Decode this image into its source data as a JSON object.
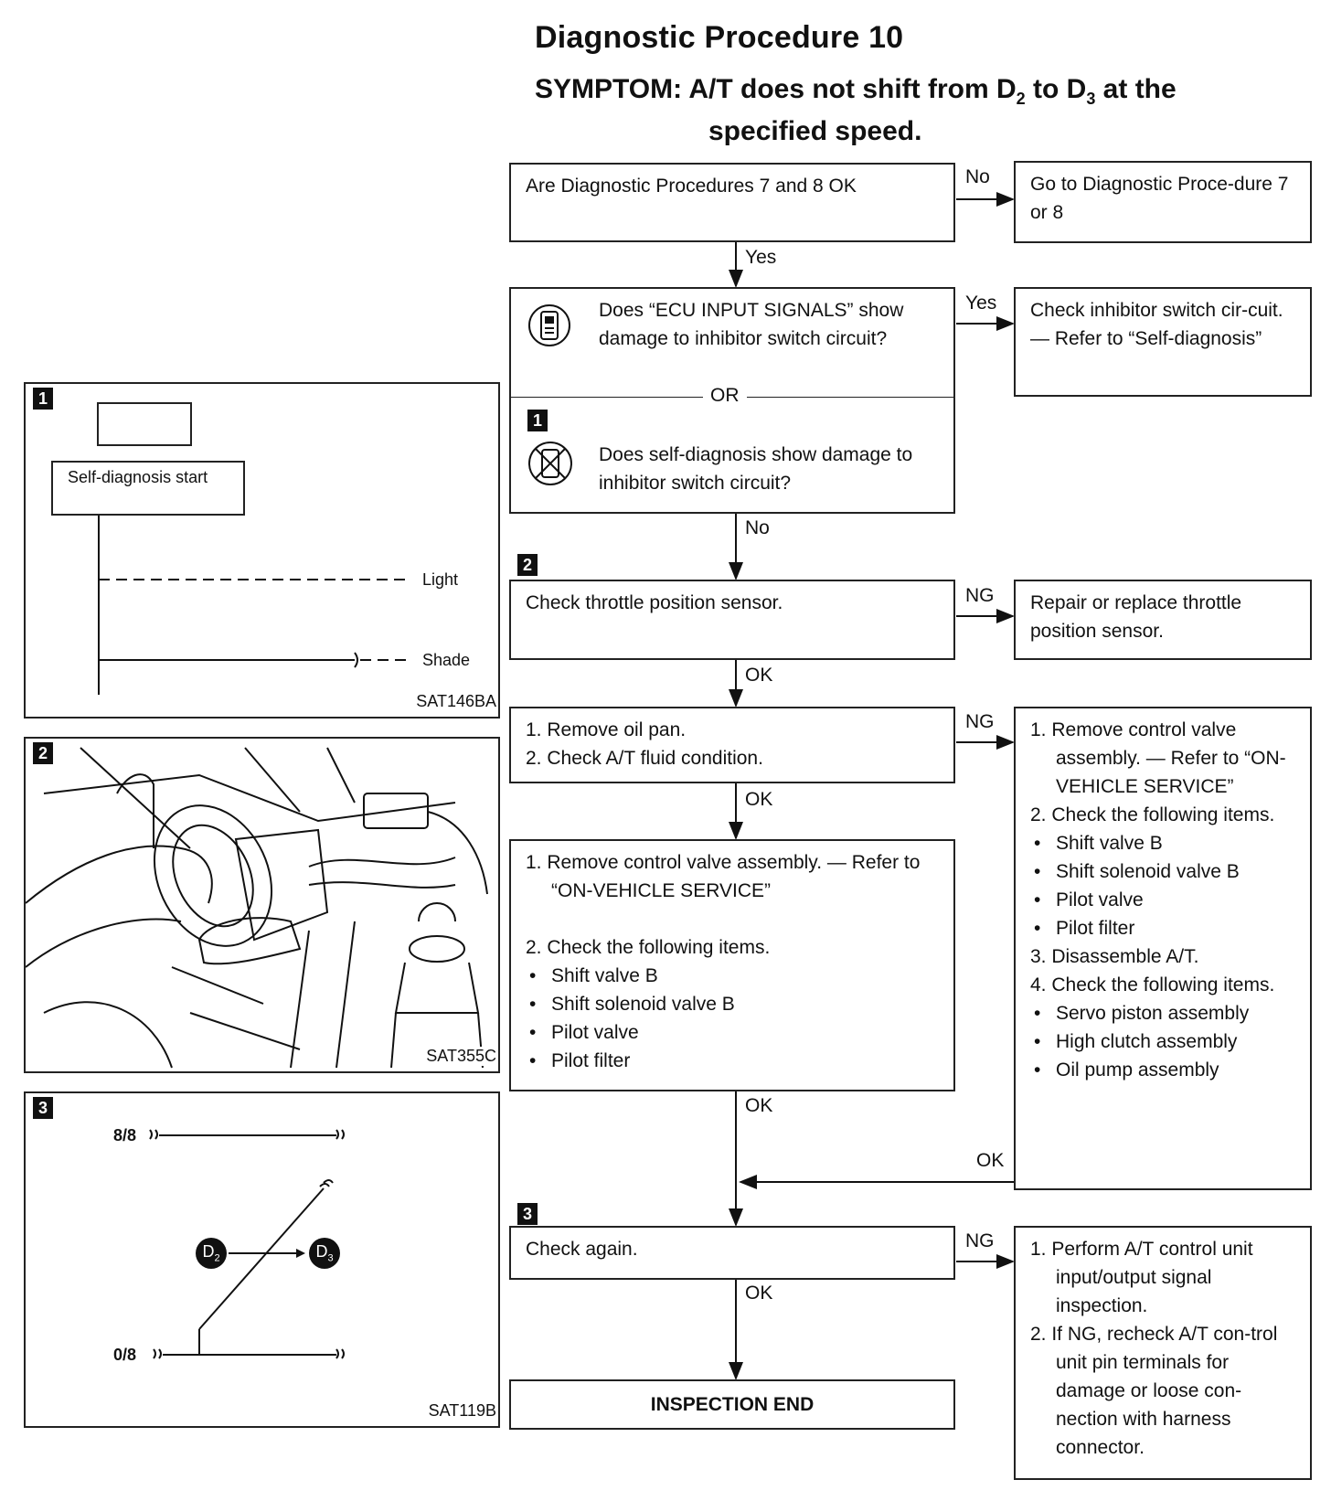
{
  "title": "Diagnostic Procedure 10",
  "symptom_line1_prefix": "SYMPTOM:  A/T does not shift from D",
  "symptom_sub1": "2",
  "symptom_mid": " to D",
  "symptom_sub2": "3",
  "symptom_suffix": " at the",
  "symptom_line2": "specified speed.",
  "steps": {
    "s1": "Are Diagnostic Procedures 7 and 8 OK",
    "s1_no": "Go to Diagnostic Proce-dure 7 or 8",
    "s2a": "Does “ECU INPUT SIGNALS” show damage to inhibitor switch circuit?",
    "s2_or": "OR",
    "s2b": "Does self-diagnosis show damage to inhibitor switch circuit?",
    "s2_yes": "Check inhibitor switch cir-cuit. — Refer to “Self-diagnosis”",
    "s3": "Check throttle position sensor.",
    "s3_ng": "Repair or replace throttle position sensor.",
    "s4_1": "1. Remove oil pan.",
    "s4_2": "2. Check A/T fluid condition.",
    "s5_1": "1. Remove control valve assembly. — Refer to “ON-VEHICLE SERVICE”",
    "s5_2": "2. Check the following items.",
    "s5_items": [
      "Shift valve B",
      "Shift solenoid valve B",
      "Pilot valve",
      "Pilot filter"
    ],
    "ng4": {
      "step1": "1. Remove control valve assembly. — Refer to “ON-VEHICLE SERVICE”",
      "step2": "2. Check the following items.",
      "items2": [
        "Shift valve B",
        "Shift solenoid valve B",
        "Pilot valve",
        "Pilot filter"
      ],
      "step3": "3. Disassemble A/T.",
      "step4": "4. Check the following items.",
      "items4": [
        "Servo piston assembly",
        "High clutch assembly",
        "Oil pump assembly"
      ]
    },
    "s6": "Check again.",
    "s6_ng_1": "1. Perform A/T control unit input/output signal inspection.",
    "s6_ng_2": "2. If NG, recheck A/T con-trol unit pin terminals for damage or loose con-nection with harness connector.",
    "end": "INSPECTION END"
  },
  "flow_labels": {
    "no1": "No",
    "yes1": "Yes",
    "yes2": "Yes",
    "no2": "No",
    "ng3": "NG",
    "ok3": "OK",
    "ng4": "NG",
    "ok4": "OK",
    "ok5": "OK",
    "ok_ng4": "OK",
    "ng6": "NG",
    "ok6": "OK"
  },
  "tags": {
    "t1": "1",
    "t2": "2",
    "t3": "3"
  },
  "panel1": {
    "tag": "1",
    "box_label": "Self-diagnosis start",
    "light": "Light",
    "shade": "Shade",
    "code": "SAT146BA"
  },
  "panel2": {
    "tag": "2",
    "code": "SAT355C"
  },
  "panel3": {
    "tag": "3",
    "top_label": "8/8",
    "bottom_label": "0/8",
    "from": "D",
    "from_sub": "2",
    "to": "D",
    "to_sub": "3",
    "code": "SAT119B"
  }
}
